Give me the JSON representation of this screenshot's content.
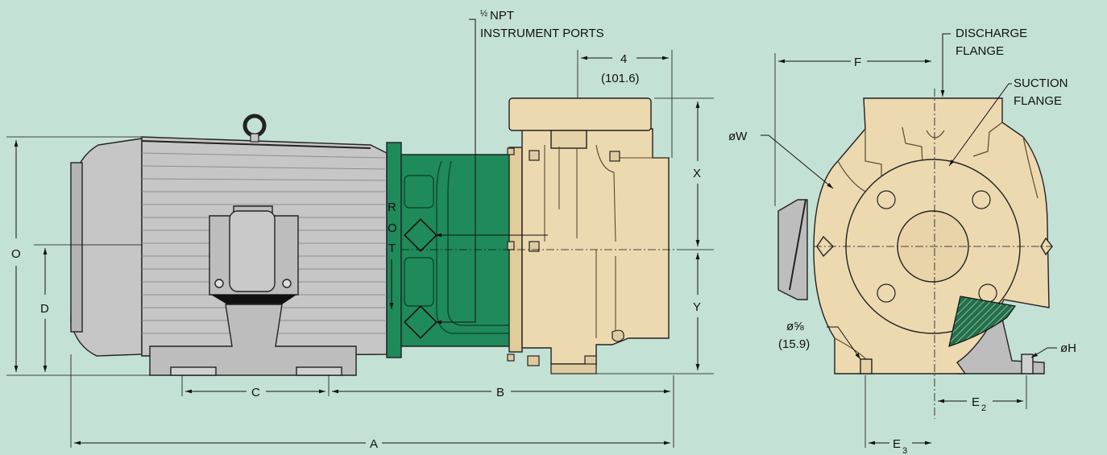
{
  "labels": {
    "npt_frac": "½",
    "npt": "NPT",
    "instrument_ports": "INSTRUMENT PORTS",
    "discharge": "DISCHARGE",
    "flange1": "FLANGE",
    "suction": "SUCTION",
    "flange2": "FLANGE",
    "rotation": [
      "R",
      "O",
      "T"
    ],
    "dim_4": "4",
    "dim_4_mm": "(101.6)",
    "dim_x": "X",
    "dim_y": "Y",
    "dim_o": "O",
    "dim_d": "D",
    "dim_c": "C",
    "dim_b": "B",
    "dim_a": "A",
    "dim_f": "F",
    "dim_w": "øW",
    "dim_h": "øH",
    "dim_hole": "ø⅝",
    "dim_hole_mm": "(15.9)",
    "dim_e2": "E",
    "dim_e2_sub": "2",
    "dim_e3": "E",
    "dim_e3_sub": "3"
  },
  "colors": {
    "background": "#c4e1d6",
    "motor": "#c6c6c6",
    "motor_dark": "#9a9a9a",
    "adapter": "#1f8a5a",
    "pump": "#ecd9b0",
    "hatch": "#23704a"
  }
}
